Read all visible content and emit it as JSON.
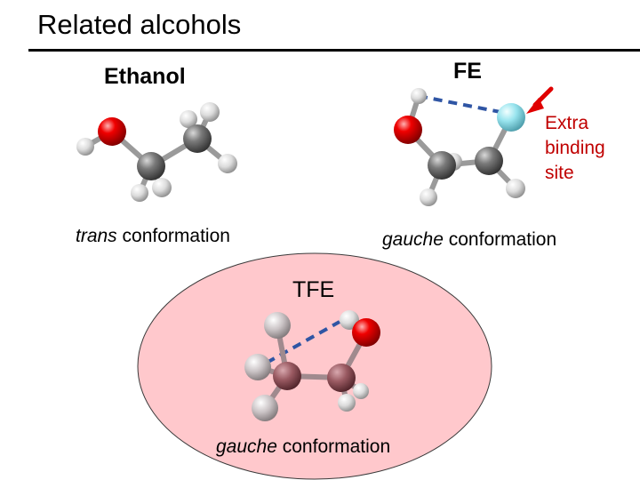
{
  "slide": {
    "title": "Related alcohols"
  },
  "molecules": {
    "ethanol": {
      "name": "Ethanol",
      "conformation_word": "trans",
      "conformation_suffix": "conformation"
    },
    "fe": {
      "name": "FE",
      "conformation_word": "gauche",
      "conformation_suffix": "conformation"
    },
    "tfe": {
      "name": "TFE",
      "conformation_word": "gauche",
      "conformation_suffix": "conformation"
    }
  },
  "annotation": {
    "line1": "Extra",
    "line2": "binding",
    "line3": "site"
  },
  "colors": {
    "oxygen": "#e00000",
    "carbon": "#6e6e6e",
    "hydrogen": "#dcdcdc",
    "fluorine": "#8fe0ec",
    "tfe_carbon": "#9c5a62",
    "ellipse_fill": "#ffc8cc",
    "hbond": "#2f55a4",
    "arrow": "#e00000"
  },
  "icons": {
    "arrow": "red-arrow-icon"
  }
}
